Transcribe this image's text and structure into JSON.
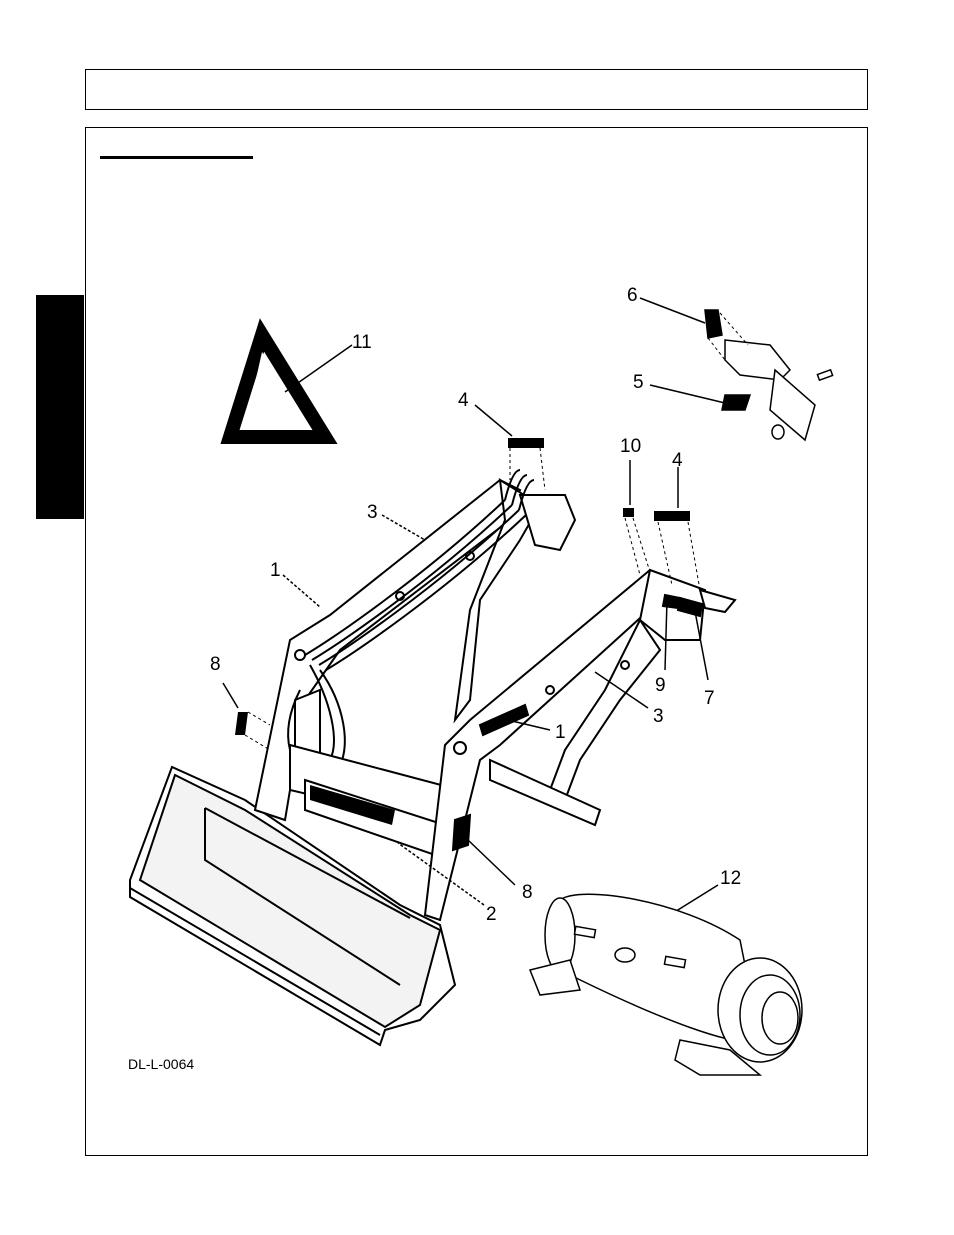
{
  "figure": {
    "drawing_id": "DL-L-0064",
    "callouts": {
      "c1": "1",
      "c1b": "1",
      "c2": "2",
      "c3": "3",
      "c3b": "3",
      "c4": "4",
      "c4b": "4",
      "c5": "5",
      "c6": "6",
      "c7": "7",
      "c8": "8",
      "c8b": "8",
      "c9": "9",
      "c10": "10",
      "c11": "11",
      "c12": "12"
    }
  }
}
